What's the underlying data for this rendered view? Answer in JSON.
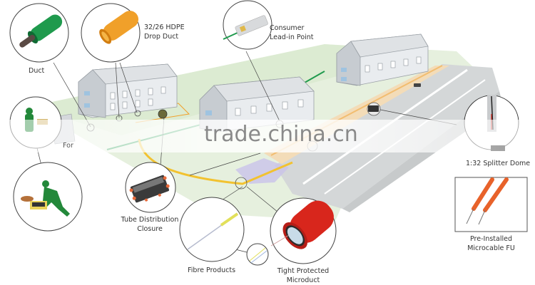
{
  "diagram": {
    "title": "FTTH network deployment overview",
    "labels": {
      "duct": "Duct",
      "drop_duct_line1": "32/26 HDPE",
      "drop_duct_line2": "Drop Duct",
      "consumer_line1": "Consumer",
      "consumer_line2": "Lead-in Point",
      "splitter": "1:32 Splitter Dome",
      "microcable_line1": "Pre-Installed",
      "microcable_line2": "Microcable FU",
      "tube_closure_line1": "Tube Distribution",
      "tube_closure_line2": "Closure",
      "fibre": "Fibre Products",
      "microduct_line1": "Tight Protected",
      "microduct_line2": "Microduct",
      "partial_label": "For"
    },
    "watermark": "trade.china.cn",
    "colors": {
      "duct_green": "#1f9a4d",
      "drop_duct_orange": "#f0a02a",
      "microduct_red": "#d8261c",
      "microcable_orange": "#e8622a",
      "ground": "#e4efdc",
      "road": "#d3d6d6",
      "house_wall": "#e9ecef",
      "house_roof": "#dfe2e5",
      "cable_yellow": "#f2c230",
      "installer_green": "#23883a"
    }
  }
}
